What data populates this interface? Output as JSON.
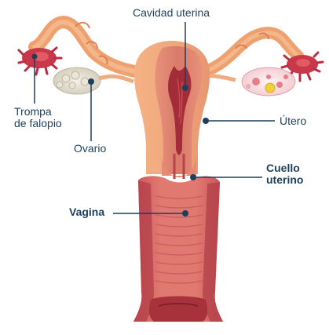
{
  "labels": {
    "cavidad_uterina": "Cavidad uterina",
    "trompa_line1": "Trompa",
    "trompa_line2": "de falopio",
    "ovario": "Ovario",
    "utero": "Útero",
    "cuello_line1": "Cuello",
    "cuello_line2": "uterino",
    "vagina": "Vagina"
  },
  "colors": {
    "label_text": "#1d3f5c",
    "leader_line": "#1d3f5c",
    "tissue_light": "#f2a878",
    "tissue_mid": "#e08563",
    "tissue_dark": "#b8434a",
    "lumen": "#9e2a34",
    "ovary": "#e6e2d4",
    "ovary_follicle": "#fbe7ea"
  }
}
